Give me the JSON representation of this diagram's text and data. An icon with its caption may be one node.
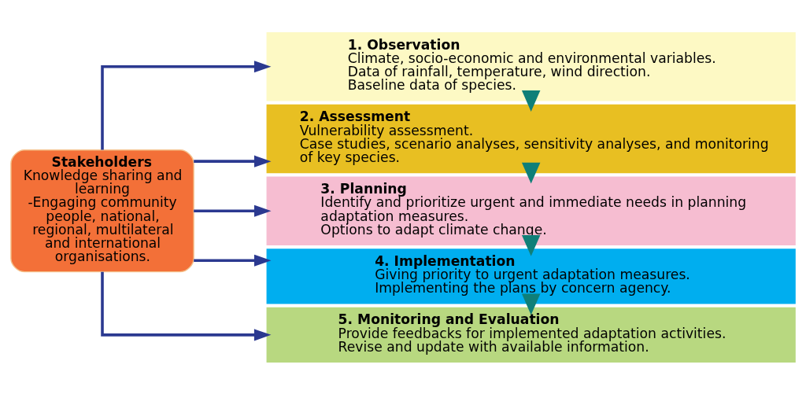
{
  "diagram": {
    "nodes": [
      {
        "text": [
          "Stakeholders",
          "Knowledge sharing and learning",
          "-Engaging community people, national, regional, multilateral and international organisations."
        ]
      },
      {
        "text": [
          "1. Observation",
          "Climate, socio-economic and environmental variables.",
          "Data of rainfall, temperature, wind direction.",
          "Baseline data of species."
        ]
      },
      {
        "text": [
          "2. Assessment",
          "Vulnerability assessment.",
          "Case studies, scenario analyses, sensitivity analyses, and monitoring of key species."
        ]
      },
      {
        "text": [
          "3. Planning",
          "Identify and prioritize urgent and immediate needs in planning adaptation measures.",
          "Options to adapt climate change."
        ]
      },
      {
        "text": [
          "4. Implementation",
          "Giving priority to urgent adaptation measures.",
          "Implementing the plans by concern agency."
        ]
      },
      {
        "text": [
          "5. Monitoring and Evaluation",
          "Provide feedbacks for implemented adaptation activities.",
          "Revise and update with available information."
        ]
      }
    ],
    "edges": [
      {
        "from": 0,
        "to": 1,
        "arrow": "to"
      },
      {
        "from": 0,
        "to": 2,
        "arrow": "to"
      },
      {
        "from": 0,
        "to": 3,
        "arrow": "to"
      },
      {
        "from": 0,
        "to": 4,
        "arrow": "to"
      },
      {
        "from": 0,
        "to": 5,
        "arrow": "to"
      },
      {
        "from": 1,
        "to": 2,
        "arrow": "to",
        "style": "thick",
        "color": "#0f7f78"
      },
      {
        "from": 2,
        "to": 3,
        "arrow": "to",
        "style": "thick",
        "color": "#0f7f78"
      },
      {
        "from": 3,
        "to": 4,
        "arrow": "to",
        "style": "thick",
        "color": "#0f7f78"
      },
      {
        "from": 4,
        "to": 5,
        "arrow": "to",
        "style": "thick",
        "color": "#0f7f78"
      }
    ]
  }
}
